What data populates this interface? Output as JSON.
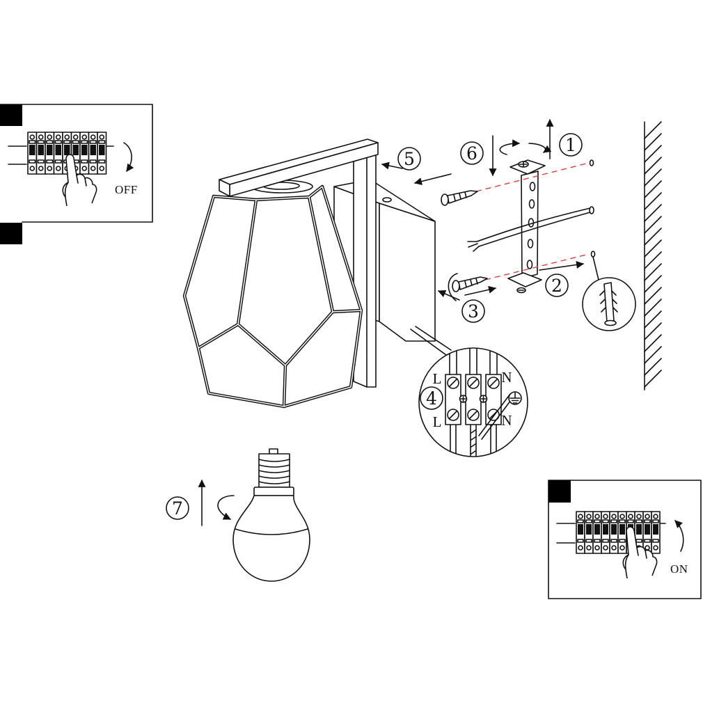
{
  "steps": [
    "1",
    "2",
    "3",
    "4",
    "5",
    "6",
    "7"
  ],
  "breaker_off": {
    "label": "OFF"
  },
  "breaker_on": {
    "label": "ON"
  },
  "terminal_block": {
    "top_left": "L",
    "bottom_left": "L",
    "top_right": "N",
    "bottom_right": "N"
  },
  "colors": {
    "line": "#111111",
    "guide_dash": "#e23b3b",
    "background": "#ffffff",
    "corner_marker": "#000000"
  },
  "icons": {
    "earth": "earth-ground-icon",
    "hand": "pointing-hand-icon",
    "rotation": "rotate-arrow-icon"
  }
}
